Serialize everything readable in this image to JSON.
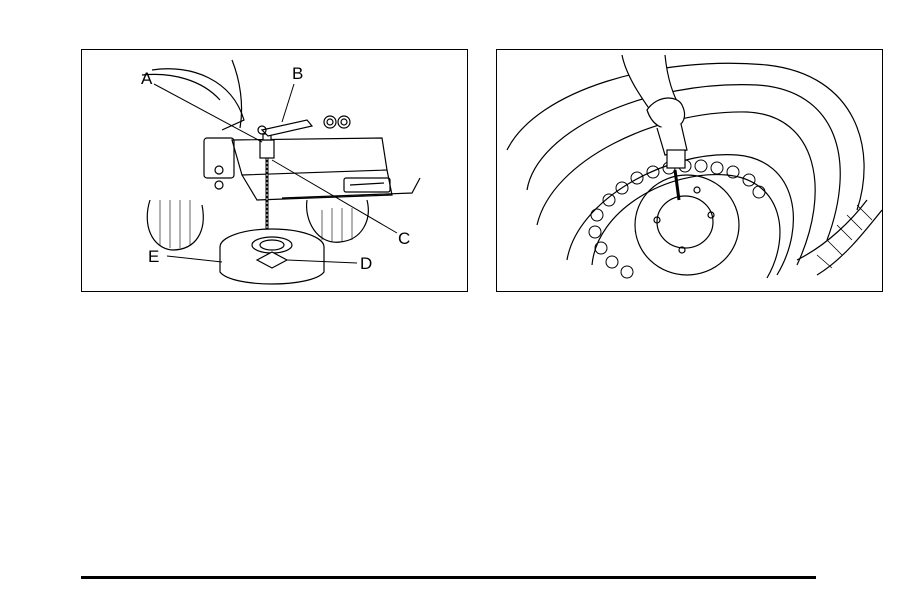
{
  "figure_left": {
    "callouts": {
      "a": "A",
      "b": "B",
      "c": "C",
      "d": "D",
      "e": "E"
    }
  },
  "figure_right": {}
}
